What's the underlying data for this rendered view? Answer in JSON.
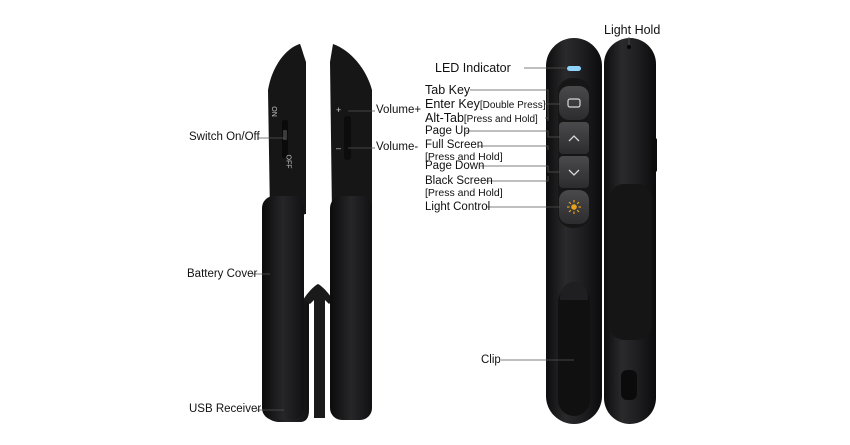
{
  "labels": {
    "light_hold": "Light Hold",
    "led_indicator": "LED Indicator",
    "tab_key": "Tab Key",
    "enter_key": "Enter Key",
    "enter_key_note": "[Double Press]",
    "alt_tab": "Alt-Tab",
    "alt_tab_note": "[Press and Hold]",
    "page_up": "Page Up",
    "full_screen": "Full Screen",
    "full_screen_note": "[Press and Hold]",
    "page_down": "Page Down",
    "black_screen": "Black Screen",
    "black_screen_note": "[Press and Hold]",
    "light_control": "Light Control",
    "clip": "Clip",
    "volume_up": "Volume+",
    "volume_down": "Volume-",
    "switch_on_off": "Switch On/Off",
    "battery_cover": "Battery Cover",
    "usb_receiver": "USB Receiver"
  },
  "device_marks": {
    "on": "ON",
    "off": "OFF",
    "plus": "+",
    "minus": "–"
  },
  "colors": {
    "body": "#1c1c1d",
    "body_edge": "#2e2e30",
    "button": "#3a3a3c",
    "led": "#8fd3ff",
    "light_icon": "#e8a21a",
    "leader": "#555555"
  }
}
